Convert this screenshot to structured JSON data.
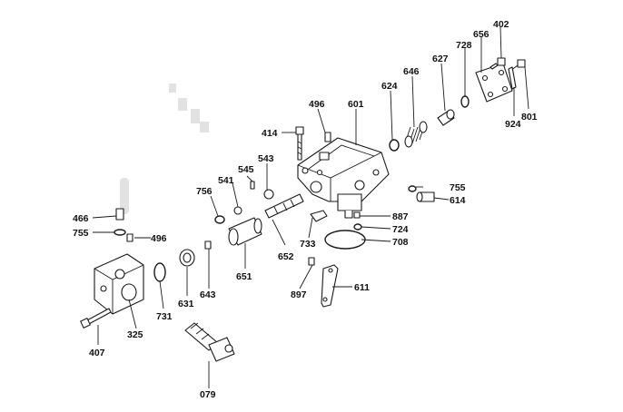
{
  "diagram": {
    "callouts": {
      "p402": "402",
      "p656": "656",
      "p728": "728",
      "p627": "627",
      "p646": "646",
      "p624": "624",
      "p601": "601",
      "p496a": "496",
      "p414": "414",
      "p801": "801",
      "p924": "924",
      "p543": "543",
      "p545": "545",
      "p541": "541",
      "p756": "756",
      "p755a": "755",
      "p614": "614",
      "p887": "887",
      "p724": "724",
      "p708": "708",
      "p733": "733",
      "p652": "652",
      "p651": "651",
      "p466": "466",
      "p755b": "755",
      "p496b": "496",
      "p631": "631",
      "p643": "643",
      "p897": "897",
      "p611": "611",
      "p731": "731",
      "p325": "325",
      "p407": "407",
      "p079": "079"
    }
  }
}
